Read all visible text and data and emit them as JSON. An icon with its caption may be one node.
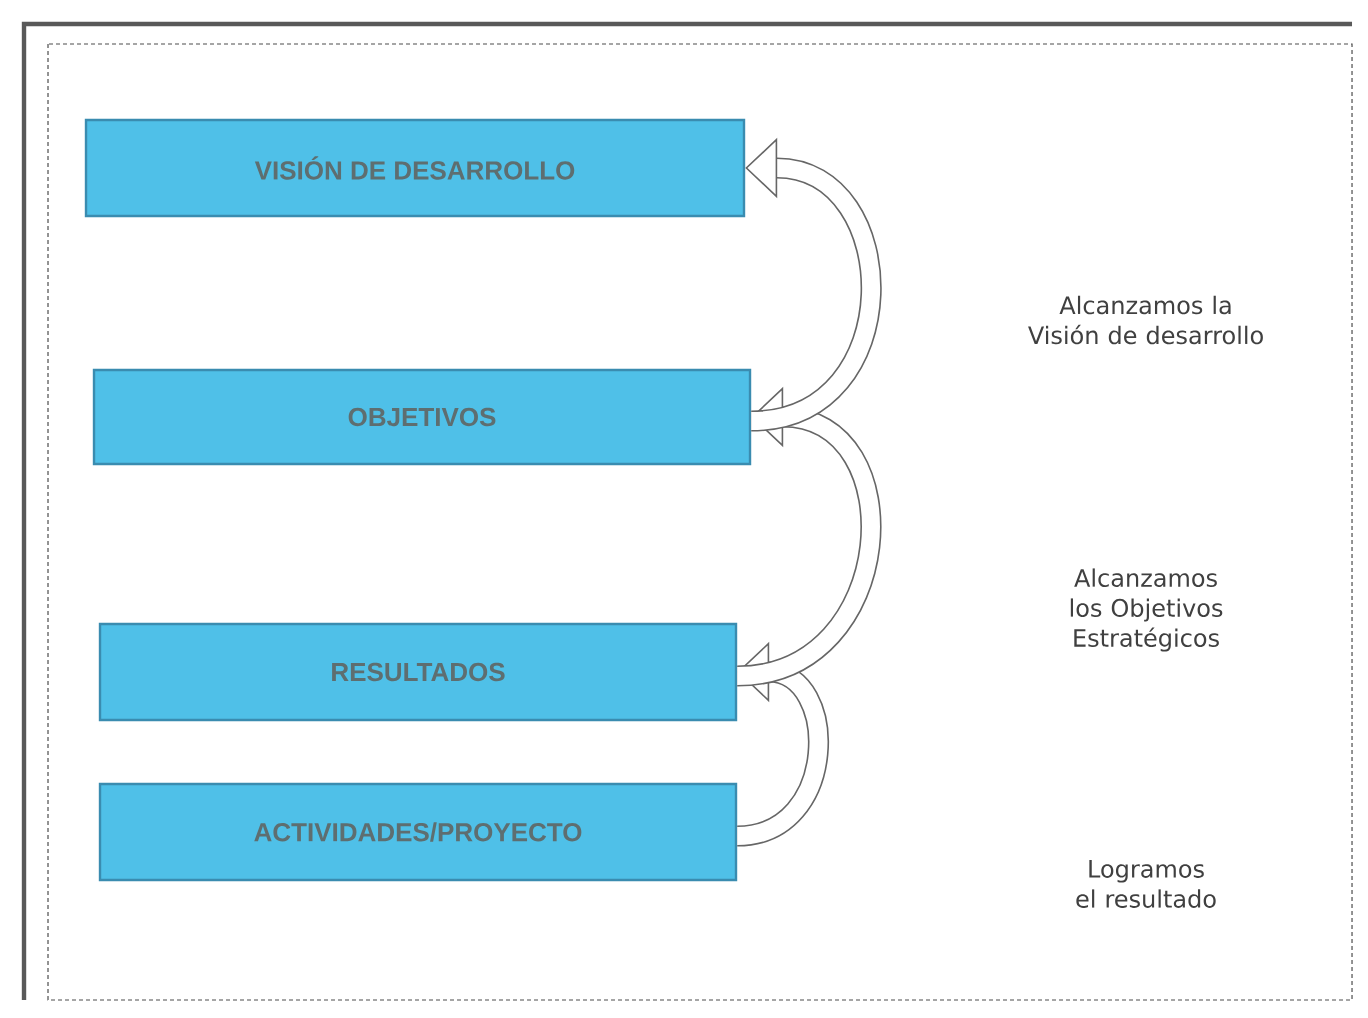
{
  "diagram": {
    "nodes": [
      {
        "text": [
          "VISIÓN DE DESARROLLO"
        ]
      },
      {
        "text": [
          "OBJETIVOS"
        ]
      },
      {
        "text": [
          "RESULTADOS"
        ]
      },
      {
        "text": [
          "ACTIVIDADES/PROYECTO"
        ]
      }
    ],
    "edges": [
      {
        "from": 3,
        "to": 2,
        "arrow": "to"
      },
      {
        "from": 2,
        "to": 1,
        "arrow": "to"
      },
      {
        "from": 1,
        "to": 0,
        "arrow": "to"
      }
    ],
    "labels": [
      "Alcanzamos la Visión de desarrollo",
      "Alcanzamos los Objetivos Estratégicos",
      "Logramos el resultado"
    ]
  }
}
